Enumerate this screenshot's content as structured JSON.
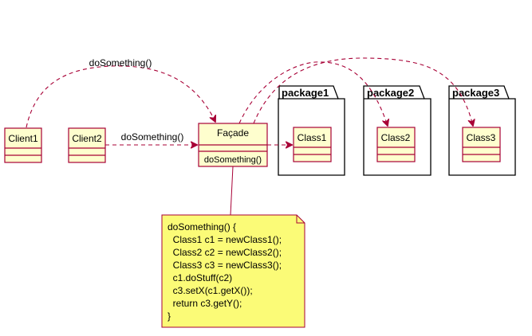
{
  "colors": {
    "class_fill": "#FEFECE",
    "border": "#A80036",
    "note_fill": "#FBFB77",
    "package_border": "#000000"
  },
  "classes": {
    "client1": "Client1",
    "client2": "Client2",
    "facade": "Façade",
    "facade_method": "doSomething()",
    "class1": "Class1",
    "class2": "Class2",
    "class3": "Class3"
  },
  "packages": {
    "package1": "package1",
    "package2": "package2",
    "package3": "package3"
  },
  "relations": {
    "client1_to_facade": "doSomething()",
    "client2_to_facade": "doSomething()"
  },
  "note": {
    "lines": [
      "doSomething() {",
      "  Class1 c1 = newClass1();",
      "  Class2 c2 = newClass2();",
      "  Class3 c3 = newClass3();",
      "  c1.doStuff(c2)",
      "  c3.setX(c1.getX());",
      "  return c3.getY();",
      "}"
    ]
  }
}
